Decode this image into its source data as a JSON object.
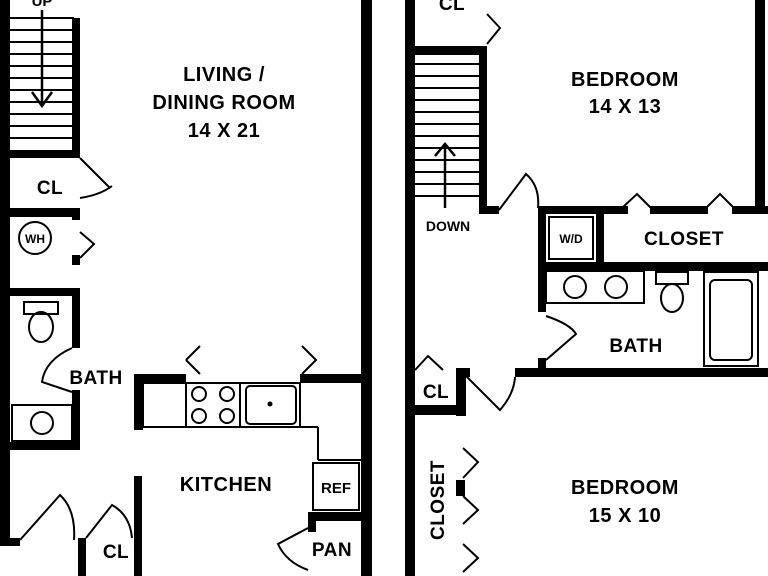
{
  "floorplan": {
    "left_unit": {
      "stair_label": "UP",
      "living_name_line1": "LIVING /",
      "living_name_line2": "DINING ROOM",
      "living_dims": "14 X 21",
      "closet_top": "CL",
      "water_heater": "WH",
      "bath": "BATH",
      "kitchen": "KITCHEN",
      "ref": "REF",
      "pantry": "PAN",
      "closet_bottom": "CL"
    },
    "right_unit": {
      "closet_top": "CL",
      "bedroom1_name": "BEDROOM",
      "bedroom1_dims": "14 X 13",
      "stair_label": "DOWN",
      "washer_dryer": "W/D",
      "closet": "CLOSET",
      "bath": "BATH",
      "closet_mid": "CL",
      "closet_side": "CLOSET",
      "bedroom2_name": "BEDROOM",
      "bedroom2_dims": "15 X 10"
    }
  }
}
